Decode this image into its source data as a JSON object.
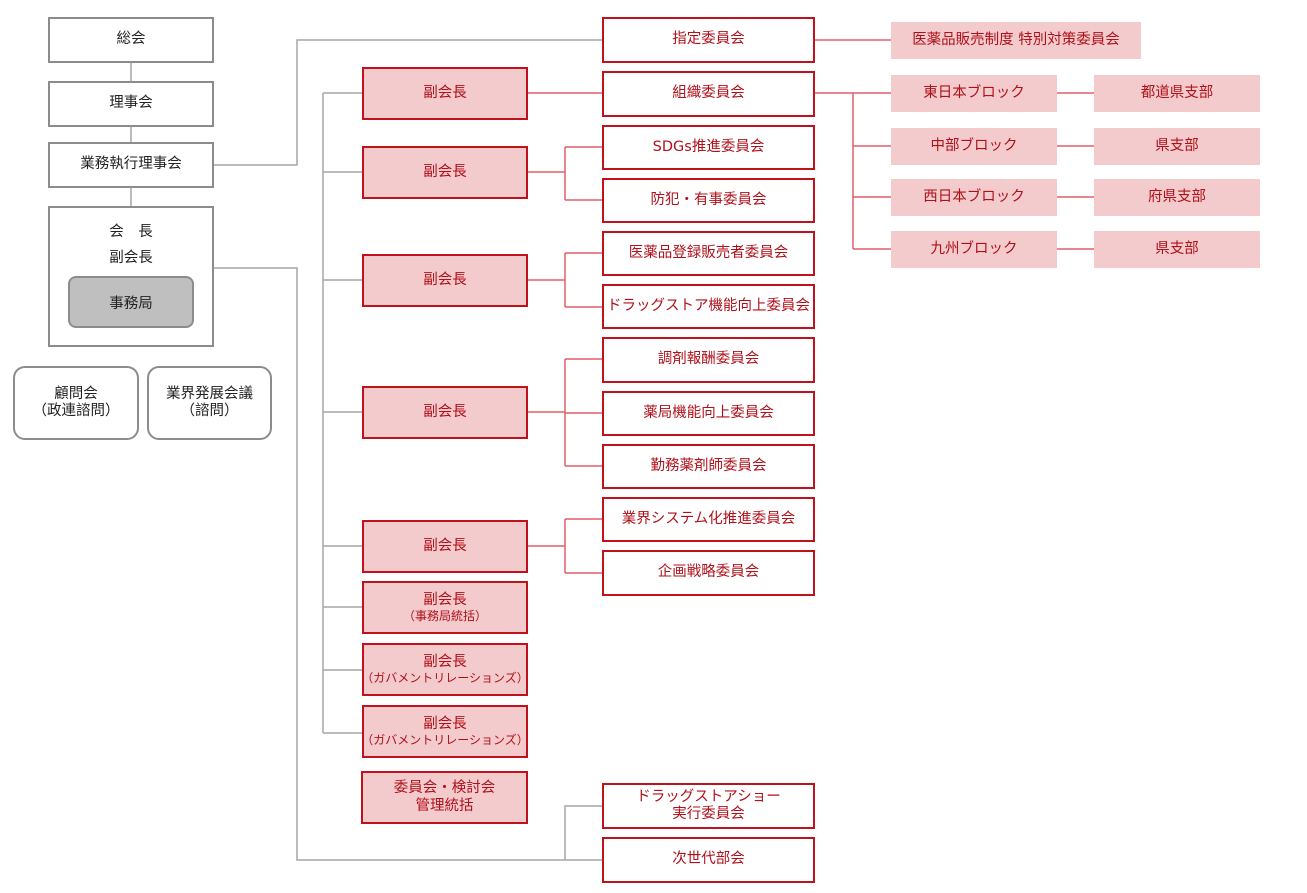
{
  "left": {
    "general_assembly": "総会",
    "board": "理事会",
    "executive_board": "業務執行理事会",
    "president": "会　長",
    "vice_president": "副会長",
    "secretariat": "事務局",
    "advisors": [
      "顧問会",
      "（政連諮問）"
    ],
    "industry_council": [
      "業界発展会議",
      "（諮問）"
    ]
  },
  "vice_presidents": [
    {
      "label": "副会長"
    },
    {
      "label": "副会長"
    },
    {
      "label": "副会長"
    },
    {
      "label": "副会長"
    },
    {
      "label": "副会長"
    },
    {
      "label": "副会長",
      "sub": "（事務局統括）"
    },
    {
      "label": "副会長",
      "sub": "（ガバメントリレーションズ）"
    },
    {
      "label": "副会長",
      "sub": "（ガバメントリレーションズ）"
    }
  ],
  "committee_mgmt": [
    "委員会・検討会",
    "管理統括"
  ],
  "committees": [
    "指定委員会",
    "組織委員会",
    "SDGs推進委員会",
    "防犯・有事委員会",
    "医薬品登録販売者委員会",
    "ドラッグストア機能向上委員会",
    "調剤報酬委員会",
    "薬局機能向上委員会",
    "勤務薬剤師委員会",
    "業界システム化推進委員会",
    "企画戦略委員会"
  ],
  "drugstore_show": [
    "ドラッグストアショー",
    "実行委員会"
  ],
  "next_gen": "次世代部会",
  "special_committee": "医薬品販売制度 特別対策委員会",
  "blocks": [
    {
      "name": "東日本ブロック",
      "branch": "都道県支部"
    },
    {
      "name": "中部ブロック",
      "branch": "県支部"
    },
    {
      "name": "西日本ブロック",
      "branch": "府県支部"
    },
    {
      "name": "九州ブロック",
      "branch": "県支部"
    }
  ],
  "colors": {
    "red": "#c0121c",
    "pink": "#f3cbcd",
    "gray_line": "#a6a6a6",
    "red_line": "#e06068"
  }
}
